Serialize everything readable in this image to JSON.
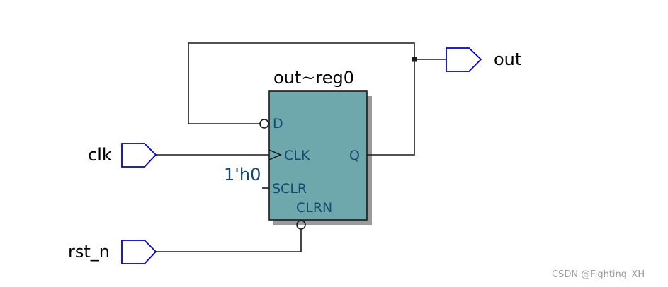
{
  "schematic": {
    "register": {
      "name": "out~reg0",
      "ports": {
        "d": "D",
        "clk": "CLK",
        "q": "Q",
        "sclr": "SCLR",
        "clrn": "CLRN"
      },
      "fill_color": "#6ea8ac",
      "text_color": "#154a6e"
    },
    "inputs": {
      "clk": "clk",
      "rst_n": "rst_n"
    },
    "outputs": {
      "out": "out"
    },
    "constant": "1'h0",
    "io_pin_color": "#0000c8"
  },
  "watermark": "CSDN @Fighting_XH"
}
